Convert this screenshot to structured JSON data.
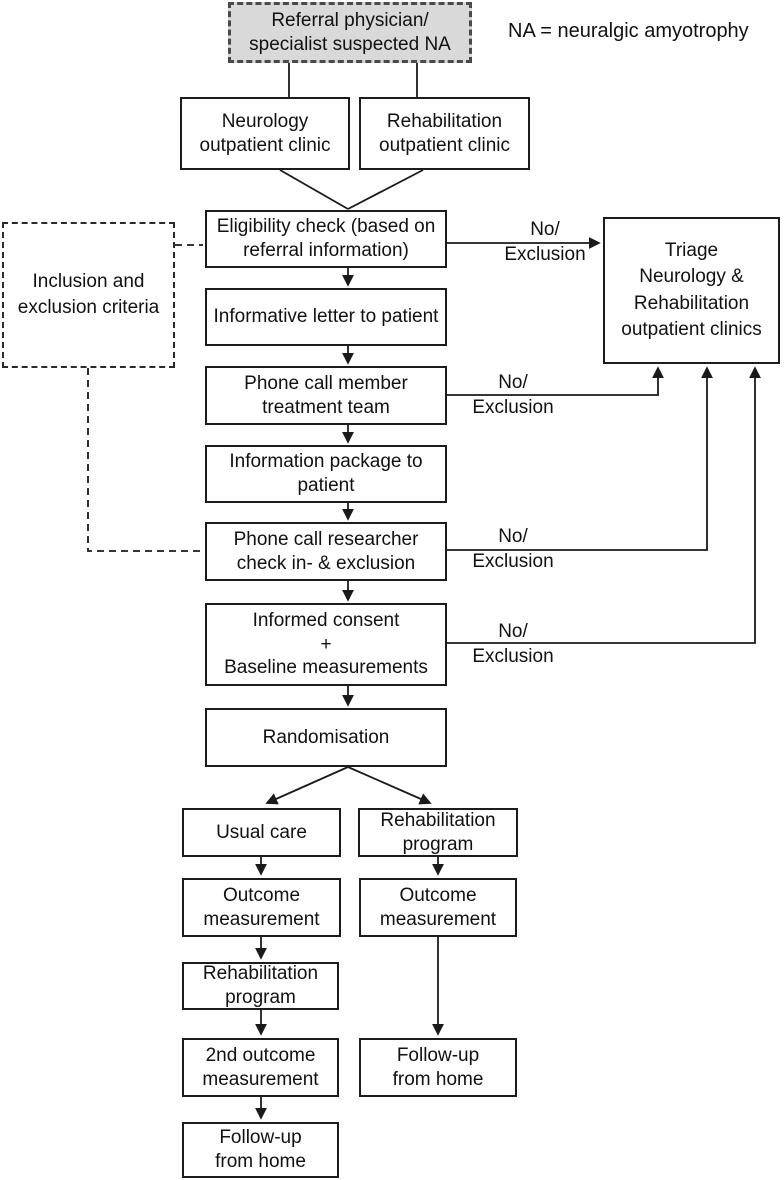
{
  "legend": {
    "text": "NA = neuralgic amyotrophy"
  },
  "nodes": {
    "referral": "Referral physician/\nspecialist suspected NA",
    "neurology_clinic": "Neurology\noutpatient clinic",
    "rehabilitation_clinic": "Rehabilitation\noutpatient clinic",
    "eligibility_check": "Eligibility check (based on\nreferral information)",
    "informative_letter": "Informative letter to patient",
    "phone_call_team": "Phone call member\ntreatment team",
    "information_package": "Information package to\npatient",
    "phone_call_researcher": "Phone call researcher\ncheck in- & exclusion",
    "informed_consent": "Informed consent\n+\nBaseline measurements",
    "randomisation": "Randomisation",
    "triage": "Triage\nNeurology &\nRehabilitation\noutpatient clinics",
    "inclusion_criteria": "Inclusion and\nexclusion criteria",
    "usual_care": "Usual care",
    "outcome_left": "Outcome\nmeasurement",
    "rehab_program_left": "Rehabilitation\nprogram",
    "second_outcome": "2nd outcome\nmeasurement",
    "followup_left": "Follow-up\nfrom home",
    "rehab_program_right": "Rehabilitation\nprogram",
    "outcome_right": "Outcome\nmeasurement",
    "followup_right": "Follow-up\nfrom home"
  },
  "edges": {
    "labels": [
      {
        "id": "eligibility-exclusion",
        "text": "No/\nExclusion"
      },
      {
        "id": "team-exclusion",
        "text": "No/\nExclusion"
      },
      {
        "id": "researcher-exclusion",
        "text": "No/\nExclusion"
      },
      {
        "id": "consent-exclusion",
        "text": "No/\nExclusion"
      }
    ]
  },
  "colors": {
    "line": "#1a1a1a",
    "box_border": "#1c1c1c",
    "referral_fill": "#d9d9d9"
  }
}
